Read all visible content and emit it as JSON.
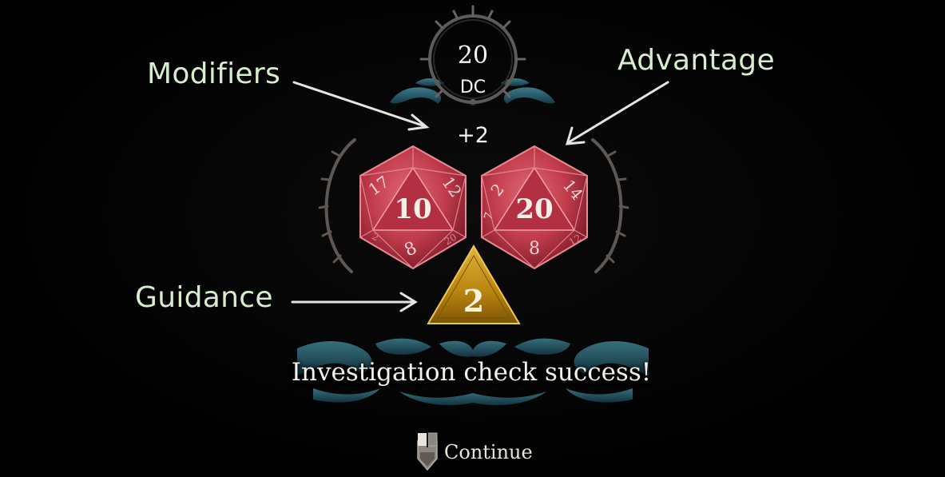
{
  "check": {
    "dc_value": "20",
    "dc_label": "DC",
    "modifier": "+2",
    "result_text": "Investigation check success!"
  },
  "dice": {
    "d20_left": {
      "face": "10",
      "side_numbers": [
        "17",
        "12",
        "8",
        "2",
        "20"
      ]
    },
    "d20_right": {
      "face": "20",
      "side_numbers": [
        "2",
        "14",
        "8",
        "7",
        "12"
      ]
    },
    "guidance_d4": {
      "face": "2"
    }
  },
  "annotations": {
    "modifiers": "Modifiers",
    "advantage": "Advantage",
    "guidance": "Guidance"
  },
  "actions": {
    "continue_label": "Continue",
    "continue_icon": "mouse-left-click-icon"
  },
  "colors": {
    "annotation_text": "#d8ecd0",
    "ornament_teal": "#1f5566",
    "d20_red": "#c8404f",
    "d4_gold": "#b8840f"
  }
}
